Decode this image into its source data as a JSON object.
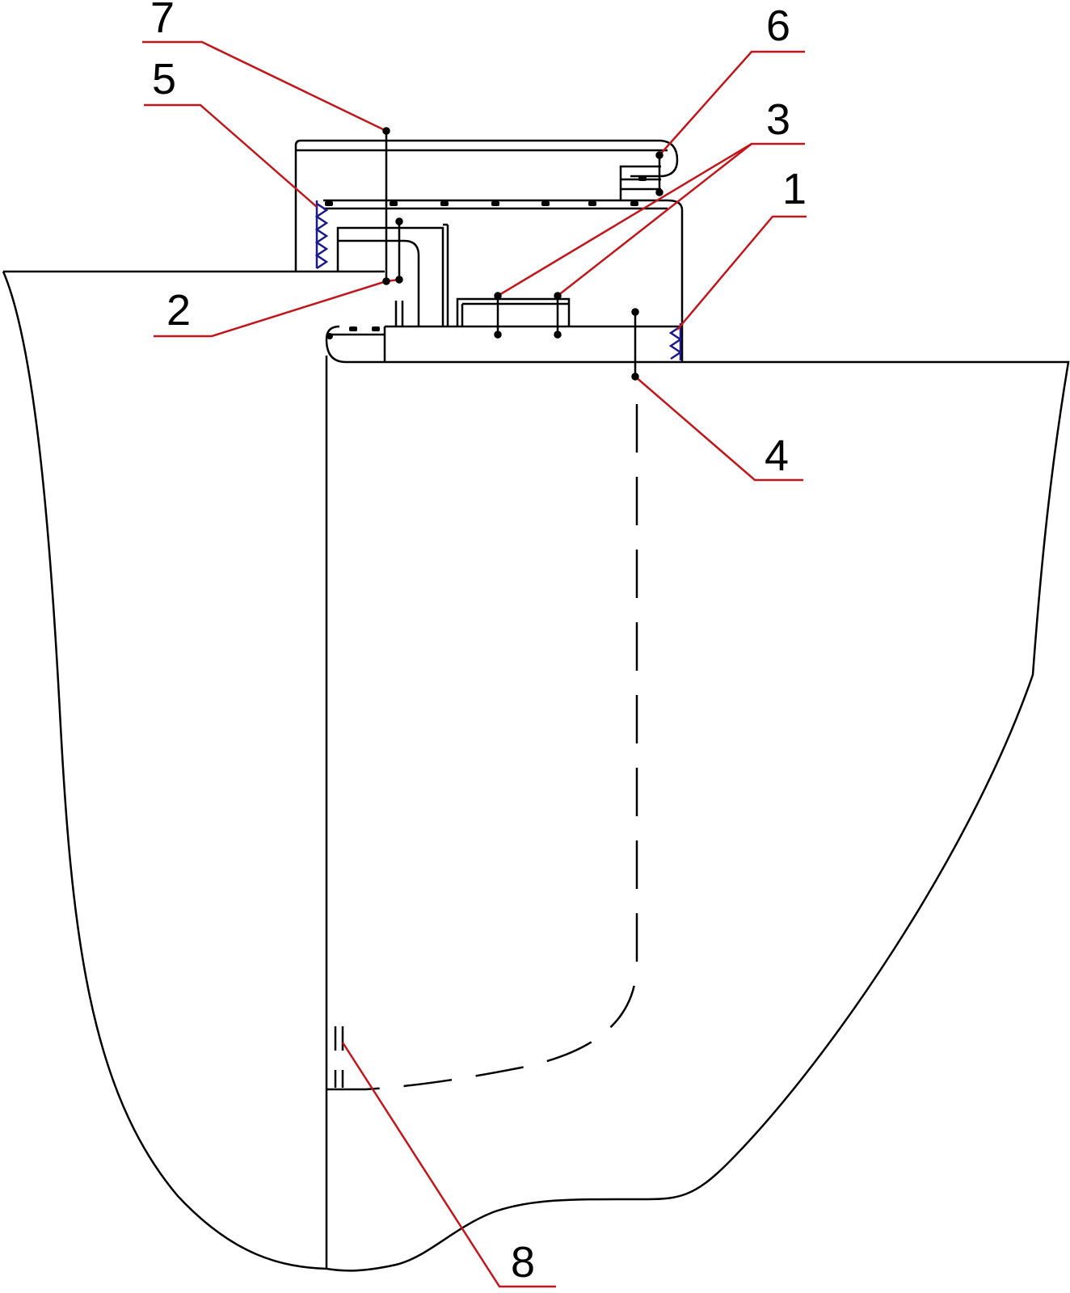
{
  "diagram": {
    "line_color": "#000000",
    "leader_color": "#c0171c",
    "stitch_color": "#1a1a8c",
    "background": "#ffffff",
    "callouts": [
      {
        "id": "c1",
        "label": "1"
      },
      {
        "id": "c2",
        "label": "2"
      },
      {
        "id": "c3",
        "label": "3"
      },
      {
        "id": "c4",
        "label": "4"
      },
      {
        "id": "c5",
        "label": "5"
      },
      {
        "id": "c6",
        "label": "6"
      },
      {
        "id": "c7",
        "label": "7"
      },
      {
        "id": "c8",
        "label": "8"
      }
    ]
  }
}
